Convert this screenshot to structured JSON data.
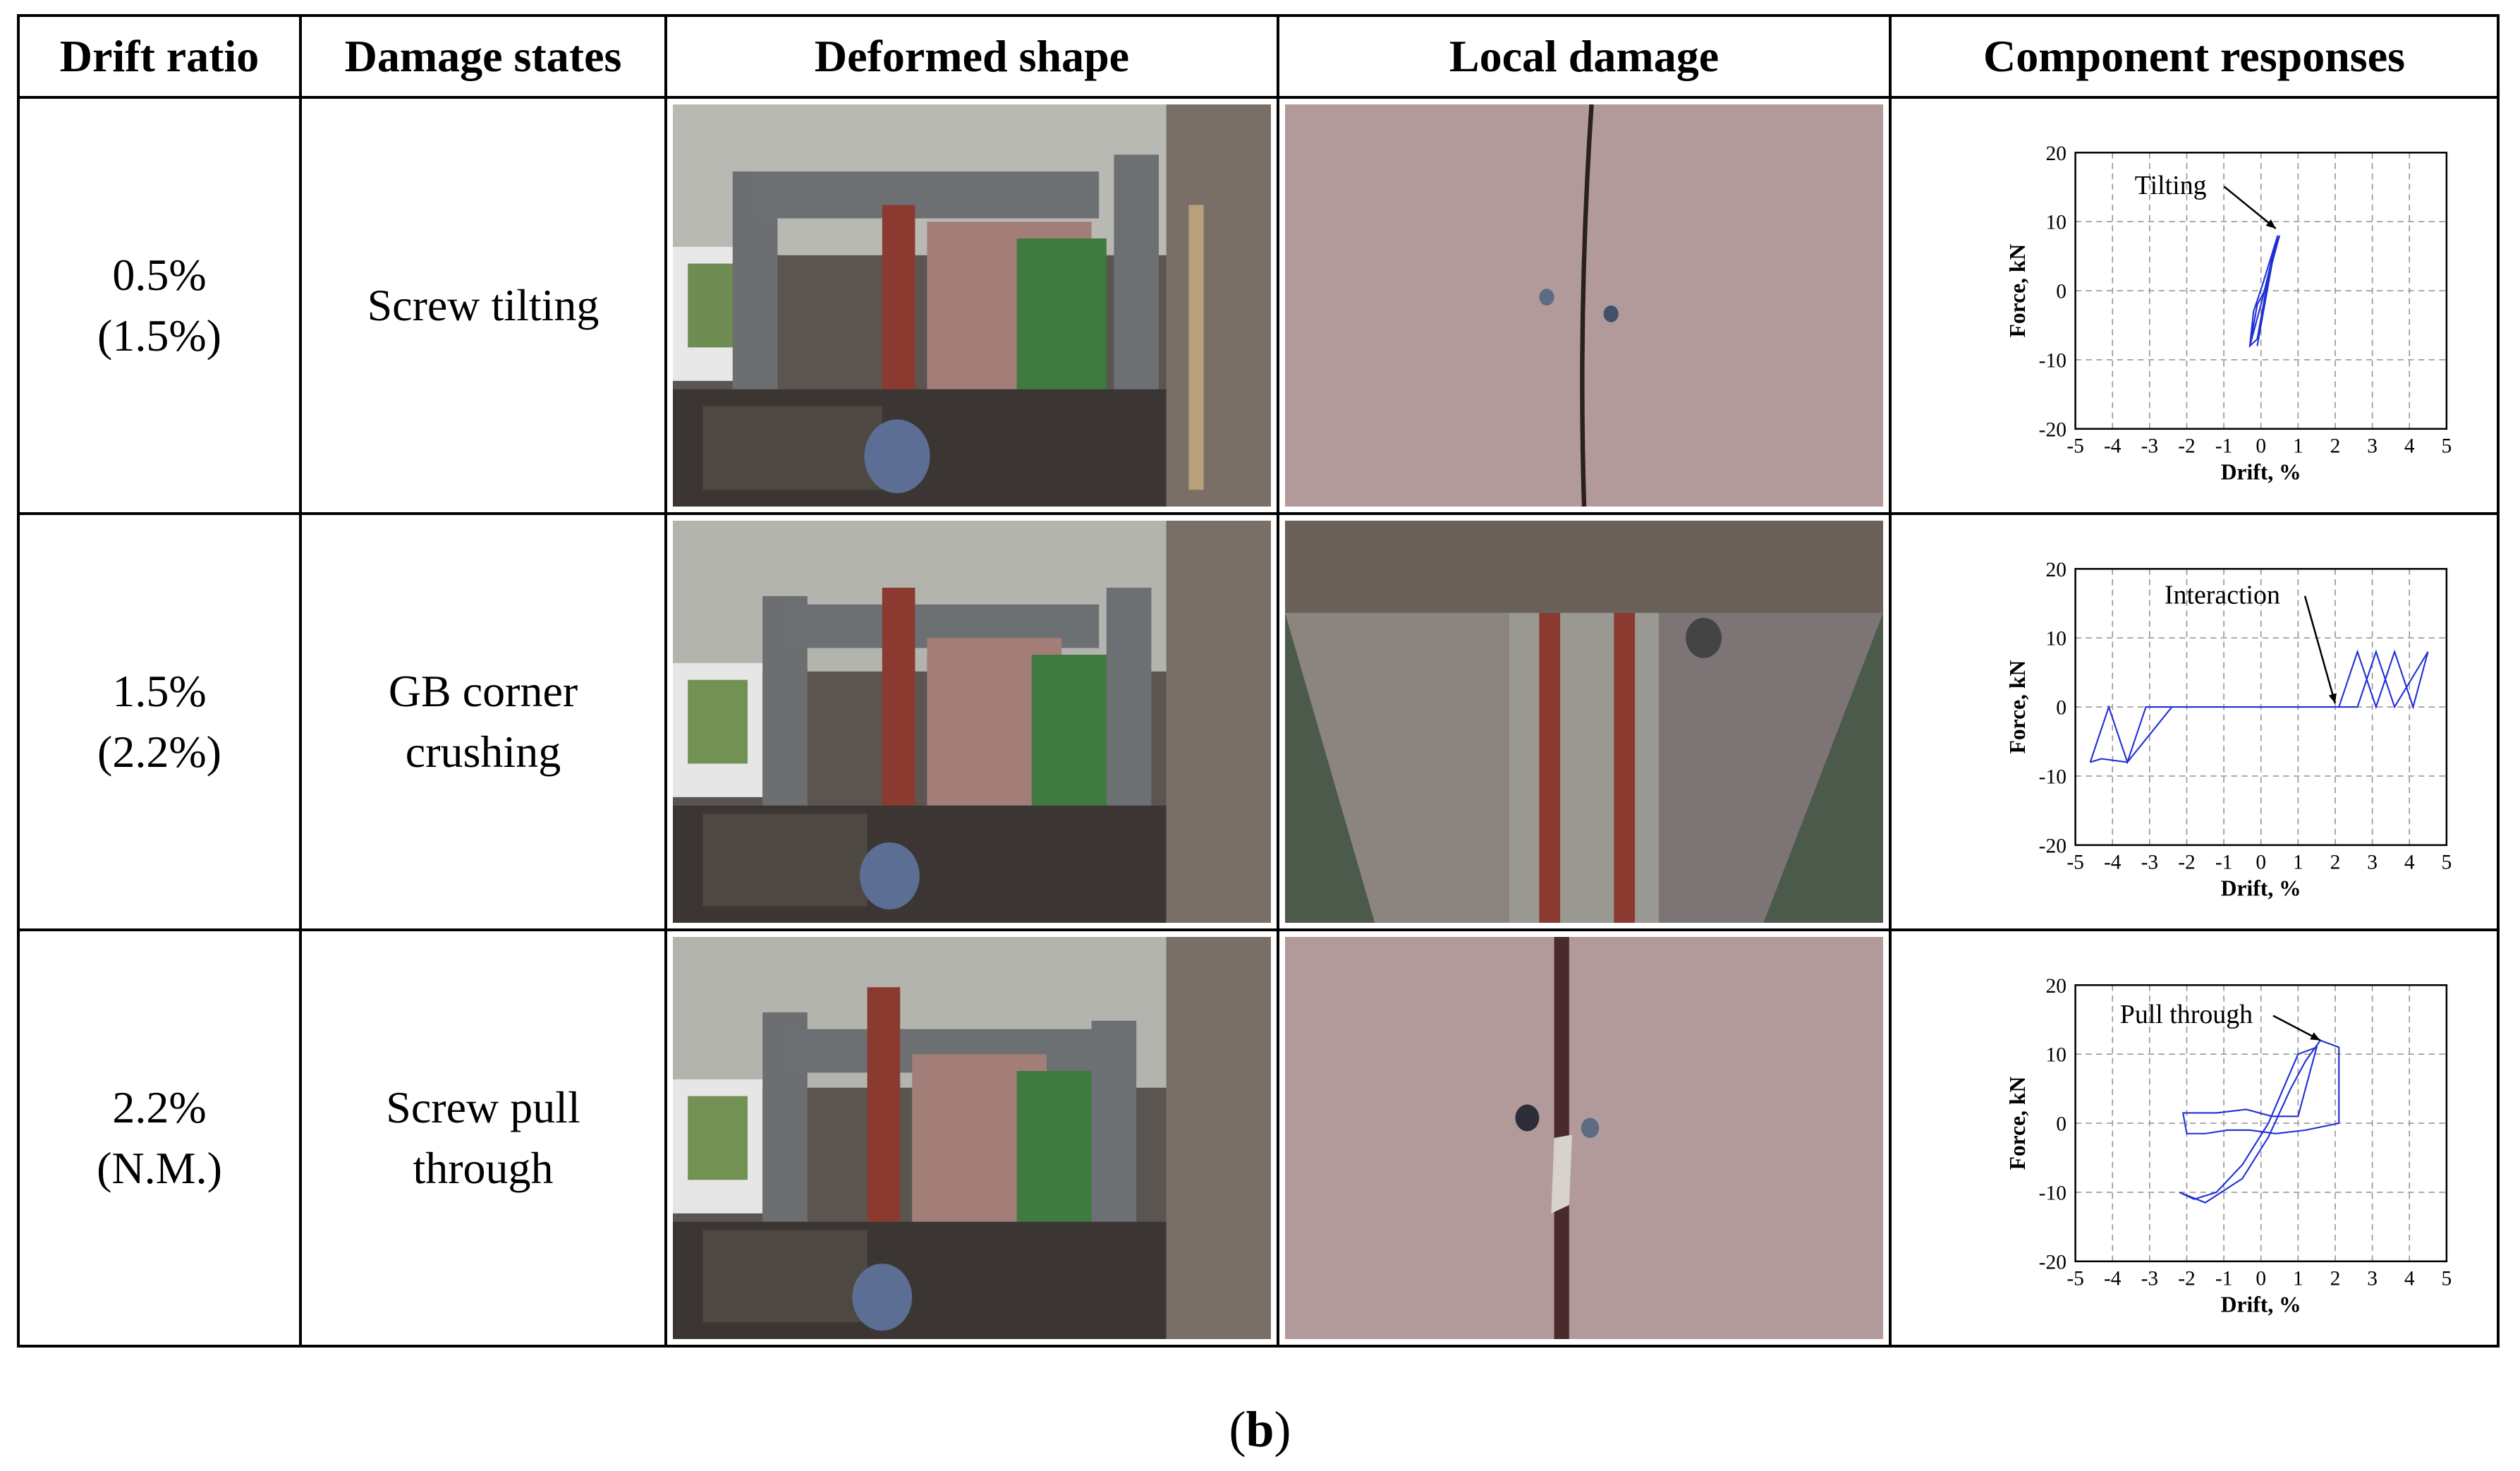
{
  "headers": [
    "Drift ratio",
    "Damage states",
    "Deformed shape",
    "Local damage",
    "Component responses"
  ],
  "rows": [
    {
      "drift": "0.5%",
      "drift_note": "(1.5%)",
      "state_line1": "Screw tilting",
      "state_line2": "",
      "annotation": "Tilting",
      "local": "screw"
    },
    {
      "drift": "1.5%",
      "drift_note": "(2.2%)",
      "state_line1": "GB corner",
      "state_line2": "crushing",
      "annotation": "Interaction",
      "local": "corner"
    },
    {
      "drift": "2.2%",
      "drift_note": "(N.M.)",
      "state_line1": "Screw pull",
      "state_line2": "through",
      "annotation": "Pull through",
      "local": "pull"
    }
  ],
  "caption": {
    "open": "(",
    "letter": "b",
    "close": ")"
  },
  "chart_data": [
    {
      "type": "line",
      "title": "",
      "xlabel": "Drift, %",
      "ylabel": "Force, kN",
      "xlim": [
        -5,
        5
      ],
      "ylim": [
        -20,
        20
      ],
      "xticks": [
        -5,
        -4,
        -3,
        -2,
        -1,
        0,
        1,
        2,
        3,
        4,
        5
      ],
      "yticks": [
        20,
        10,
        0,
        -10,
        -20
      ],
      "grid": true,
      "annotation": "Tilting",
      "series": [
        {
          "color": "#1f2fd6",
          "x": [
            -0.1,
            0.3,
            0.5,
            0.1,
            -0.1,
            -0.3,
            0.05,
            0.4,
            0.45,
            0.05,
            -0.2,
            -0.3,
            -0.1,
            0.3,
            0.5
          ],
          "y": [
            -8,
            4,
            8,
            0,
            -2,
            -8,
            -1,
            7,
            8,
            1,
            -3,
            -8,
            -7,
            5,
            8
          ]
        }
      ]
    },
    {
      "type": "line",
      "title": "",
      "xlabel": "Drift, %",
      "ylabel": "Force, kN",
      "xlim": [
        -5,
        5
      ],
      "ylim": [
        -20,
        20
      ],
      "xticks": [
        -5,
        -4,
        -3,
        -2,
        -1,
        0,
        1,
        2,
        3,
        4,
        5
      ],
      "yticks": [
        20,
        10,
        0,
        -10,
        -20
      ],
      "grid": true,
      "annotation": "Interaction",
      "series": [
        {
          "color": "#1f2fd6",
          "x": [
            -4.6,
            -4.1,
            -3.6,
            -3.1,
            -2.4,
            2.1,
            2.6,
            3.1,
            3.6,
            4.1,
            4.5,
            3.6,
            3.1,
            2.6,
            2.1,
            -2.4,
            -3.6,
            -4.3,
            -4.6
          ],
          "y": [
            -8,
            0,
            -8,
            0,
            0,
            0,
            8,
            0,
            8,
            0,
            8,
            0,
            8,
            0,
            0,
            0,
            -8,
            -7.5,
            -8
          ]
        }
      ]
    },
    {
      "type": "line",
      "title": "",
      "xlabel": "Drift, %",
      "ylabel": "Force, kN",
      "xlim": [
        -5,
        5
      ],
      "ylim": [
        -20,
        20
      ],
      "xticks": [
        -5,
        -4,
        -3,
        -2,
        -1,
        0,
        1,
        2,
        3,
        4,
        5
      ],
      "yticks": [
        20,
        10,
        0,
        -10,
        -20
      ],
      "grid": true,
      "annotation": "Pull through",
      "series": [
        {
          "color": "#1f2fd6",
          "x": [
            -2.2,
            -1.5,
            -0.5,
            0.2,
            0.8,
            1.2,
            1.6,
            2.1,
            2.1,
            1.2,
            0.4,
            -0.3,
            -0.9,
            -1.5,
            -2.0,
            -2.1,
            -1.2,
            -0.4,
            0.3,
            1.0,
            1.5,
            1.0,
            0.2,
            -0.5,
            -1.2,
            -1.8,
            -2.2
          ],
          "y": [
            -10,
            -11.5,
            -8,
            -2,
            5,
            9,
            12,
            11,
            0,
            -1,
            -1.5,
            -1,
            -1,
            -1.5,
            -1.5,
            1.5,
            1.5,
            2,
            1,
            1,
            11,
            10,
            0,
            -6,
            -10,
            -11,
            -10
          ]
        }
      ]
    }
  ]
}
